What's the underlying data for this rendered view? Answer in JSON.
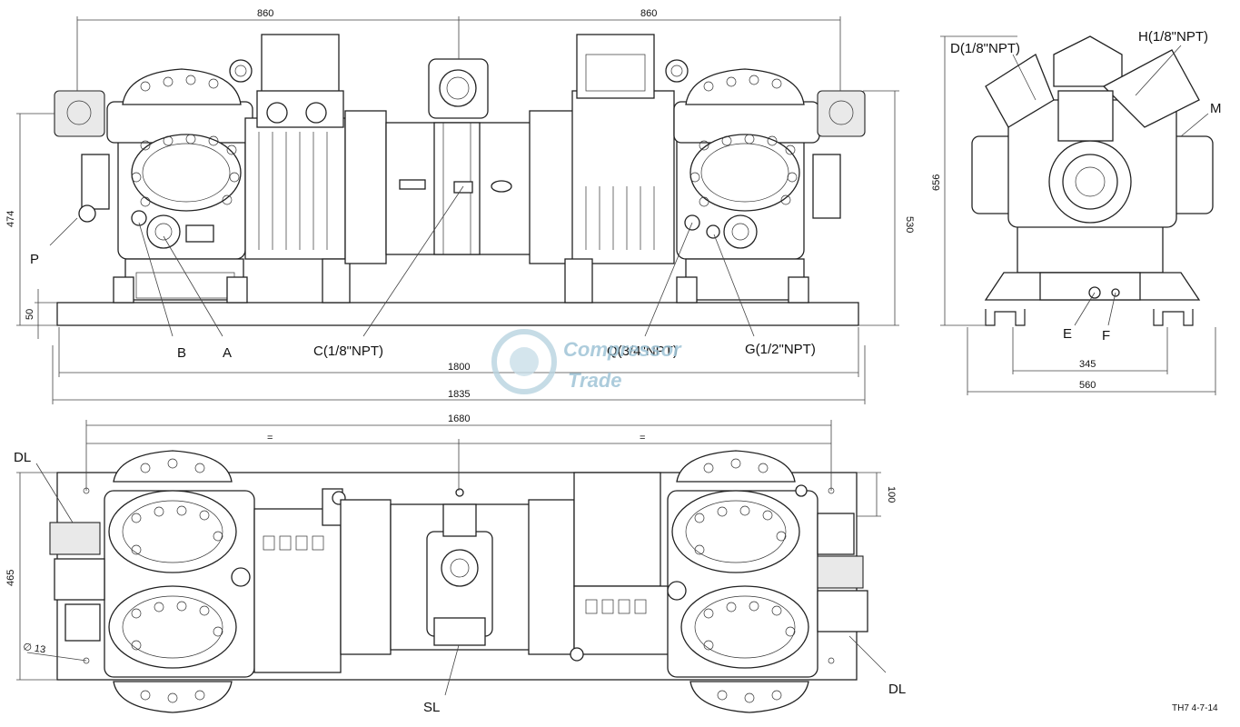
{
  "dimensions": {
    "front_left_span": "860",
    "front_right_span": "860",
    "front_height_474": "474",
    "front_height_530": "530",
    "front_base_50": "50",
    "front_base_length": "1800",
    "front_total_length": "1835",
    "side_height": "656",
    "side_foot_span": "345",
    "side_width": "560",
    "top_mount_span": "1680",
    "top_equal_left": "=",
    "top_equal_right": "=",
    "top_depth": "465",
    "top_offset": "100",
    "hole_diameter": "∅ 13"
  },
  "labels": {
    "P": "P",
    "B": "B",
    "A": "A",
    "C": "C(1/8\"NPT)",
    "Q": "Q(3/4\"NPT)",
    "G": "G(1/2\"NPT)",
    "D": "D(1/8\"NPT)",
    "H": "H(1/8\"NPT)",
    "M": "M",
    "E": "E",
    "F": "F",
    "DL_left": "DL",
    "DL_right": "DL",
    "SL": "SL"
  },
  "watermark": {
    "line1": "Compressor",
    "line2": "Trade"
  },
  "drawing_ref": "TH7 4-7-14",
  "colors": {
    "line": "#222222",
    "watermark": "#9fc4d6"
  }
}
